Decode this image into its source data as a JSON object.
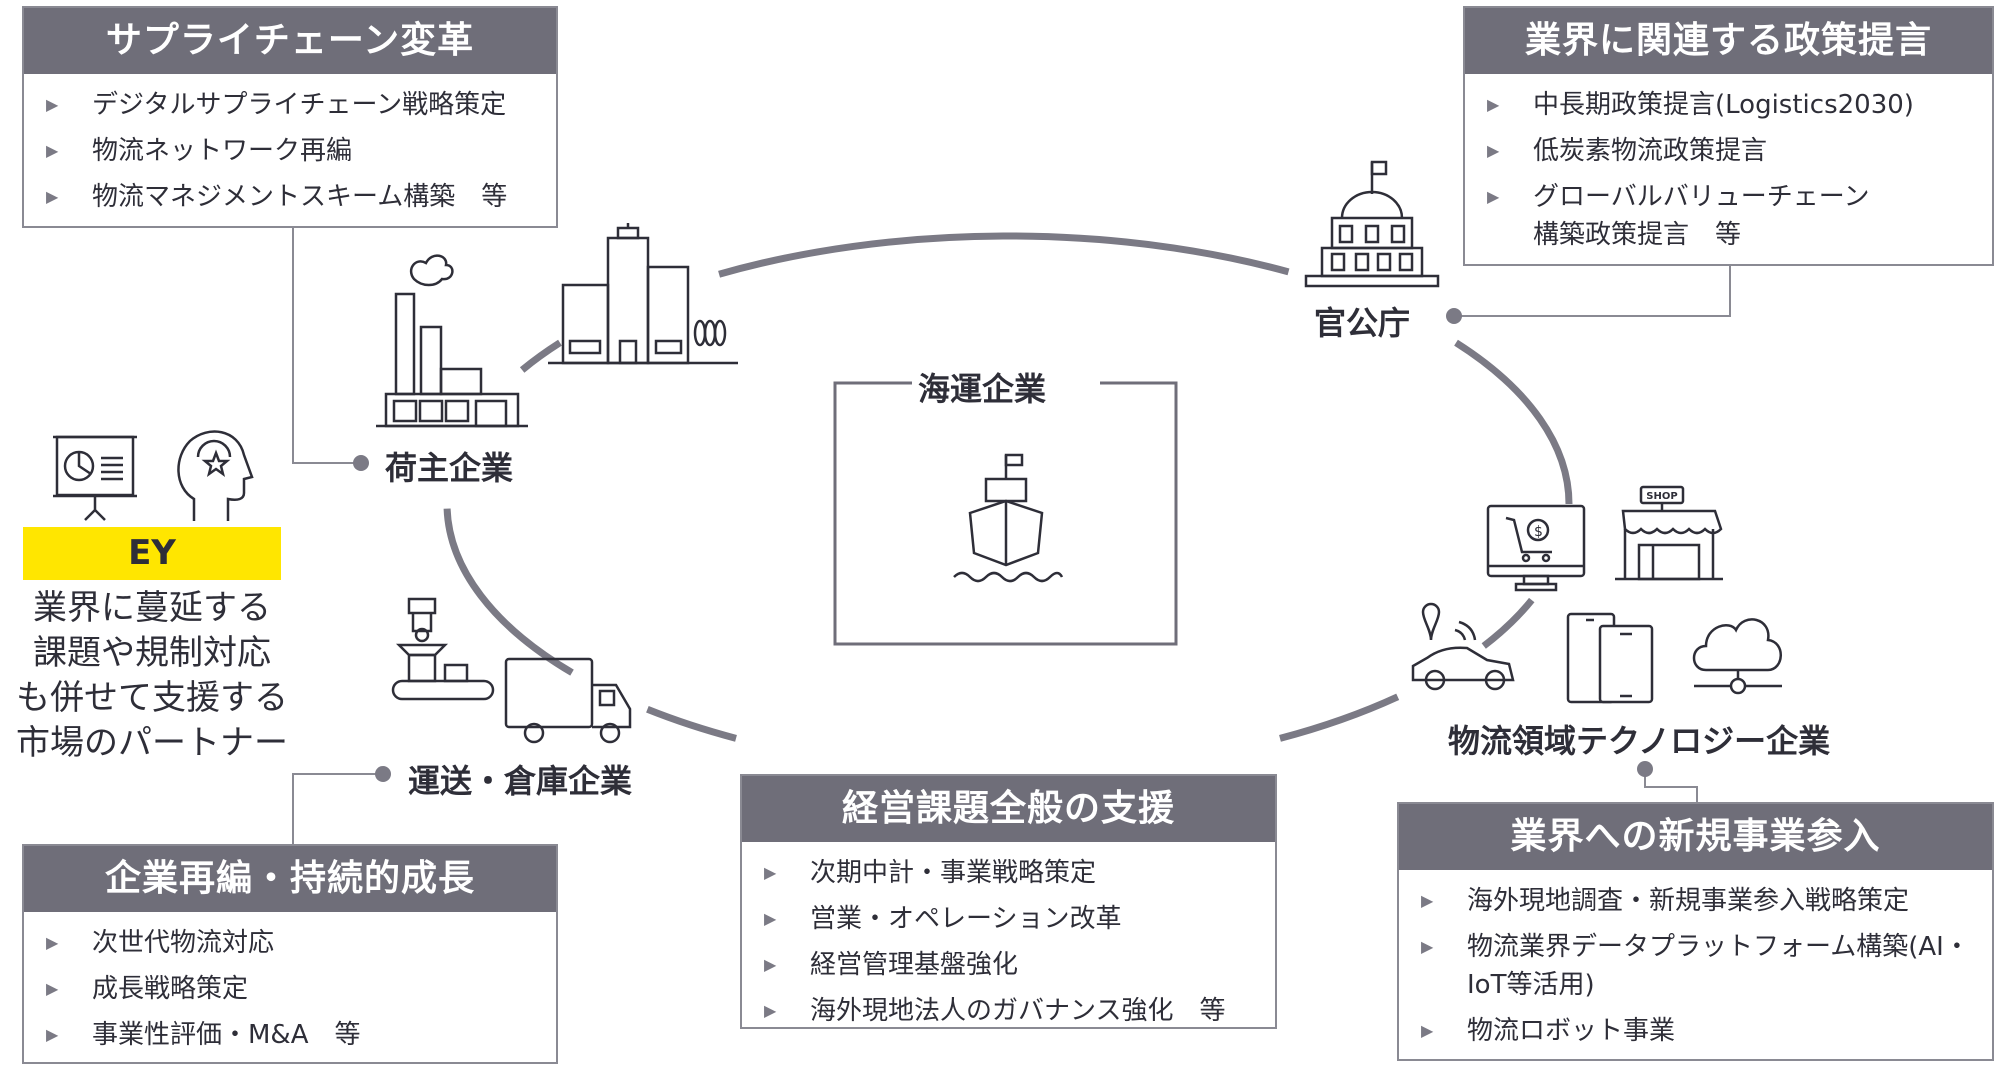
{
  "colors": {
    "header_gray": "#6f6e79",
    "ey_yellow": "#ffe600",
    "arc_gray": "#7b7a85",
    "text": "#2e2e38"
  },
  "boxes": {
    "supply_chain": {
      "title": "サプライチェーン変革",
      "items": [
        "デジタルサプライチェーン戦略策定",
        "物流ネットワーク再編",
        "物流マネジメントスキーム構築　等"
      ]
    },
    "policy": {
      "title": "業界に関連する政策提言",
      "items": [
        "中長期政策提言(Logistics2030)",
        "低炭素物流政策提言",
        "グローバルバリューチェーン\n構築政策提言　等"
      ]
    },
    "reorg": {
      "title": "企業再編・持続的成長",
      "items": [
        "次世代物流対応",
        "成長戦略策定",
        "事業性評価・M&A　等"
      ]
    },
    "management": {
      "title": "経営課題全般の支援",
      "items": [
        "次期中計・事業戦略策定",
        "営業・オペレーション改革",
        "経営管理基盤強化",
        "海外現地法人のガバナンス強化　等"
      ]
    },
    "new_entry": {
      "title": "業界への新規事業参入",
      "items": [
        "海外現地調査・新規事業参入戦略策定",
        "物流業界データプラットフォーム構築(AI・IoT等活用)",
        "物流ロボット事業"
      ]
    }
  },
  "nodes": {
    "shipper": "荷主企業",
    "government": "官公庁",
    "transport": "運送・倉庫企業",
    "tech": "物流領域テクノロジー企業",
    "shipping": "海運企業"
  },
  "ey": {
    "logo": "EY",
    "lines": [
      "業界に蔓延する",
      "課題や規制対応",
      "も併せて支援する",
      "市場のパートナー"
    ]
  },
  "icons": {
    "shop_sign": "SHOP",
    "currency": "$"
  }
}
